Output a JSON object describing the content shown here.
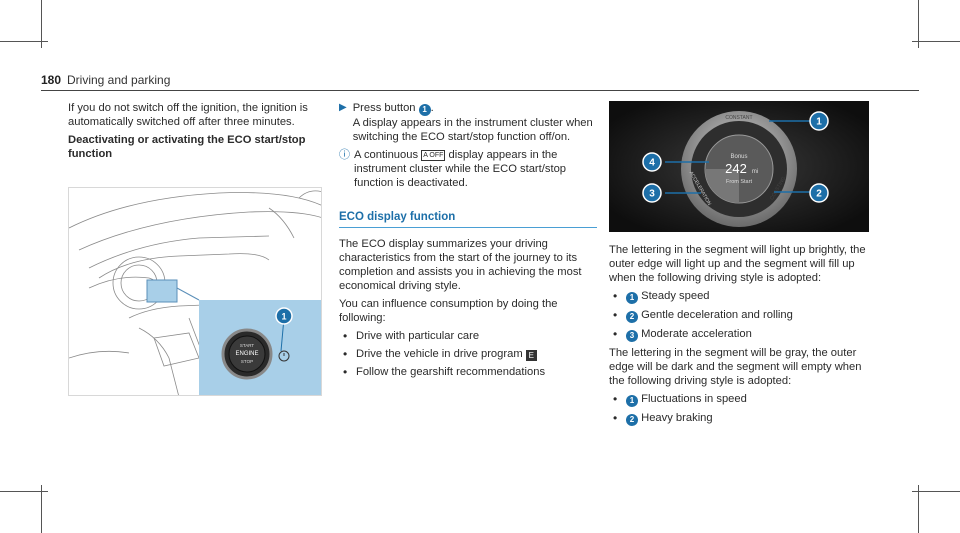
{
  "header": {
    "page_number": "180",
    "section": "Driving and parking"
  },
  "col1": {
    "intro": "If you do not switch off the ignition, the ignition is automatically switched off after three minutes.",
    "heading": "Deactivating or activating the ECO start/stop function",
    "figure": {
      "button_top": "START",
      "button_mid": "ENGINE",
      "button_bottom": "STOP",
      "callout": "1"
    }
  },
  "col2": {
    "step_text_a": "Press button ",
    "step_callout": "1",
    "step_text_b": ".",
    "step_text_c": "A display appears in the instrument cluster when switching the ECO start/stop function off/on.",
    "note_a": "A continuous ",
    "note_icon": "A OFF",
    "note_b": " display appears in the instrument cluster while the ECO start/stop function is deactivated.",
    "section_heading": "ECO display function",
    "body": "The ECO display summarizes your driving characteristics from the start of the journey to its completion and assists you in achieving the most economical driving style.",
    "influence": "You can influence consumption by doing the following:",
    "bullets": [
      "Drive with particular care",
      "Drive the vehicle in drive program ",
      "Follow the gearshift recommendations"
    ],
    "drive_program_icon": "E"
  },
  "col3": {
    "figure": {
      "constant_label": "CONSTANT",
      "acceleration_label": "ACCELERATION",
      "coasting_label": "COASTING",
      "bonus_label": "Bonus",
      "bonus_value": "242",
      "bonus_unit": "mi",
      "from_start": "From Start",
      "callouts": [
        "1",
        "2",
        "3",
        "4"
      ]
    },
    "para1": "The lettering in the segment will light up brightly, the outer edge will light up and the segment will fill up when the following driving style is adopted:",
    "list1": [
      {
        "n": "1",
        "text": "Steady speed"
      },
      {
        "n": "2",
        "text": "Gentle deceleration and rolling"
      },
      {
        "n": "3",
        "text": "Moderate acceleration"
      }
    ],
    "para2": "The lettering in the segment will be gray, the outer edge will be dark and the segment will empty when the following driving style is adopted:",
    "list2": [
      {
        "n": "1",
        "text": "Fluctuations in speed"
      },
      {
        "n": "2",
        "text": "Heavy braking"
      }
    ]
  },
  "colors": {
    "accent_blue": "#1d6fa8",
    "rule_blue": "#4a9fd4",
    "inset_blue": "#a8cfe8"
  }
}
